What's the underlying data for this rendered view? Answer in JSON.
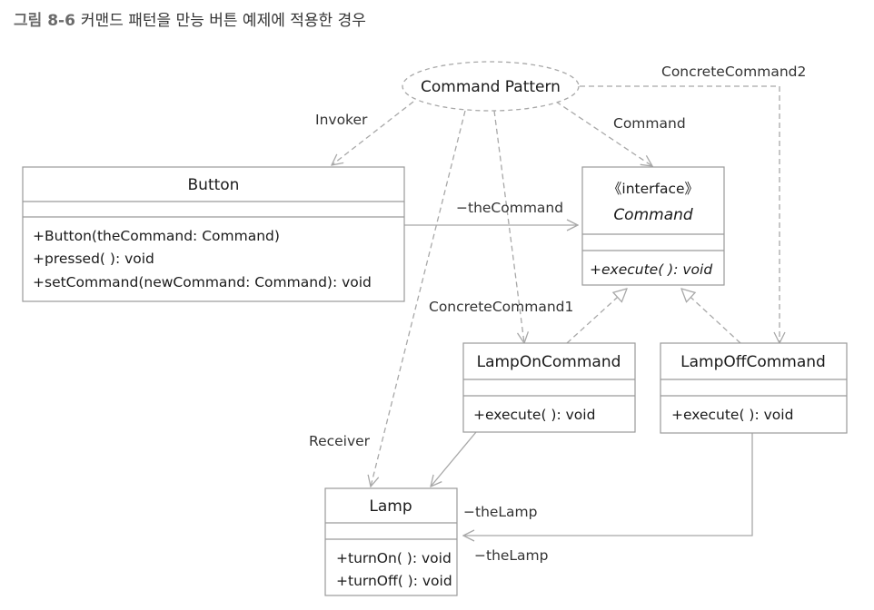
{
  "caption": {
    "number": "그림 8-6",
    "title": "커맨드 패턴을 만능 버튼 예제에 적용한 경우"
  },
  "pattern_note": {
    "label": "Command Pattern"
  },
  "roles": {
    "invoker": "Invoker",
    "command": "Command",
    "concrete_command1": "ConcreteCommand1",
    "concrete_command2": "ConcreteCommand2",
    "receiver": "Receiver"
  },
  "classes": {
    "button": {
      "name": "Button",
      "methods": [
        "+Button(theCommand: Command)",
        "+pressed( ): void",
        "+setCommand(newCommand: Command): void"
      ]
    },
    "command": {
      "stereotype": "《interface》",
      "name": "Command",
      "methods": [
        "+execute( ): void"
      ]
    },
    "lamp_on": {
      "name": "LampOnCommand",
      "methods": [
        "+execute( ): void"
      ]
    },
    "lamp_off": {
      "name": "LampOffCommand",
      "methods": [
        "+execute( ): void"
      ]
    },
    "lamp": {
      "name": "Lamp",
      "methods": [
        "+turnOn( ): void",
        "+turnOff( ): void"
      ]
    }
  },
  "associations": {
    "button_command": "−theCommand",
    "lampon_lamp": "−theLamp",
    "lampoff_lamp": "−theLamp"
  }
}
